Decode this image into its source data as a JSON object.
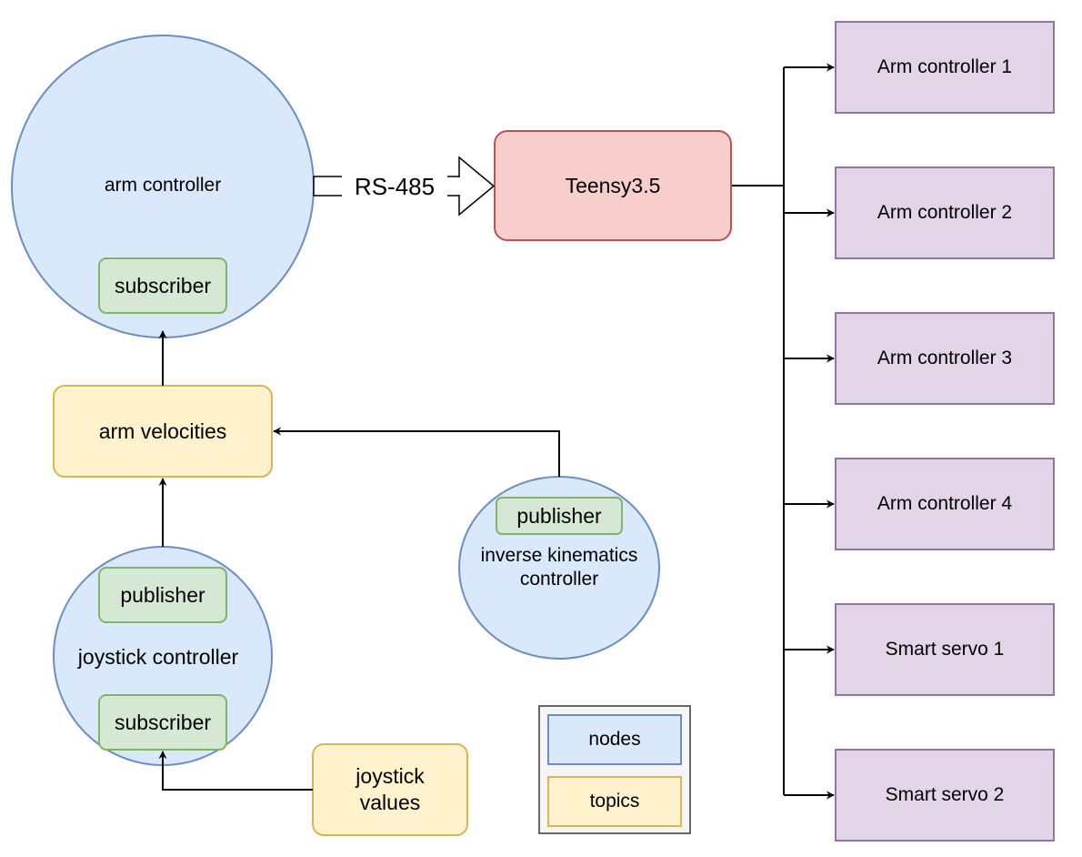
{
  "nodes": {
    "arm_controller": {
      "label": "arm controller",
      "sub_label": "subscriber"
    },
    "joystick_controller": {
      "label": "joystick controller",
      "pub_label": "publisher",
      "sub_label": "subscriber"
    },
    "ik_controller": {
      "label": "inverse kinematics controller",
      "pub_label": "publisher"
    },
    "teensy": {
      "label": "Teensy3.5"
    }
  },
  "topics": {
    "arm_velocities": {
      "label": "arm velocities"
    },
    "joystick_values": {
      "label": "joystick values"
    }
  },
  "link": {
    "label": "RS-485"
  },
  "devices": [
    {
      "label": "Arm controller 1"
    },
    {
      "label": "Arm controller 2"
    },
    {
      "label": "Arm controller 3"
    },
    {
      "label": "Arm controller 4"
    },
    {
      "label": "Smart servo 1"
    },
    {
      "label": "Smart servo 2"
    }
  ],
  "legend": {
    "nodes_label": "nodes",
    "topics_label": "topics"
  },
  "colors": {
    "node_fill": "#dae8fc",
    "node_stroke": "#6c8ebf",
    "topic_fill": "#fff2cc",
    "topic_stroke": "#d6b656",
    "pubsub_fill": "#d5e8d4",
    "pubsub_stroke": "#82b366",
    "teensy_fill": "#f8cecc",
    "teensy_stroke": "#b85450",
    "device_fill": "#e1d5e7",
    "device_stroke": "#9673a6",
    "legend_fill": "#f5f5f5",
    "legend_stroke": "#666666"
  }
}
